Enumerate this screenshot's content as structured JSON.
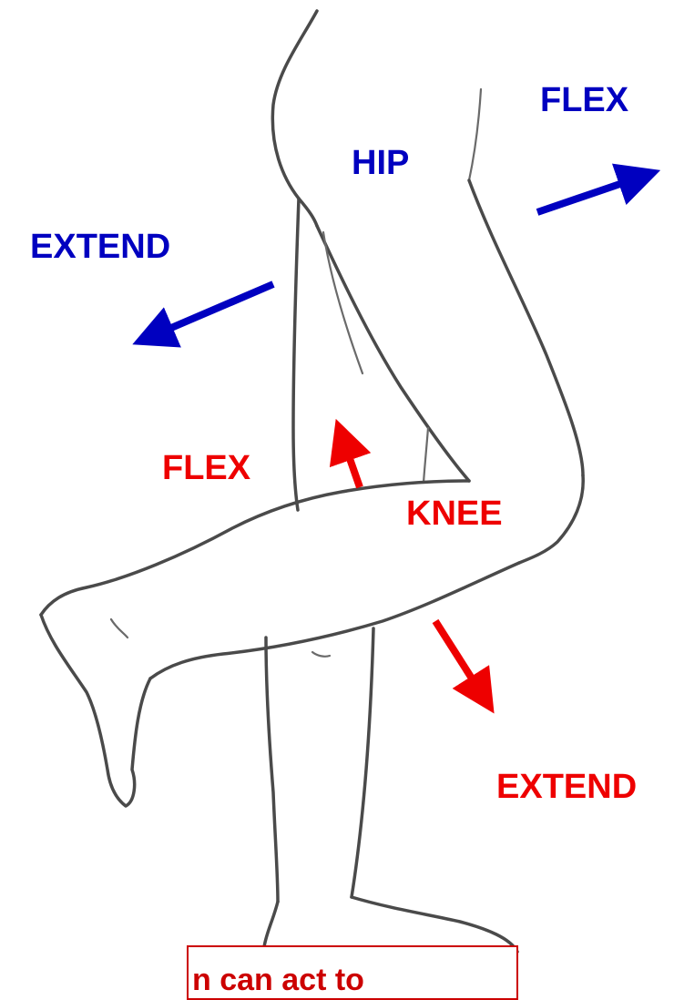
{
  "labels": {
    "hip": "HIP",
    "hip_flex": "FLEX",
    "hip_extend": "EXTEND",
    "knee": "KNEE",
    "knee_flex": "FLEX",
    "knee_extend": "EXTEND"
  },
  "caption": {
    "text": "n can act to"
  },
  "colors": {
    "hip_arrows": "#0000c0",
    "knee_arrows": "#ee0000",
    "caption_border": "#cc0000",
    "outline": "#4a4a4a"
  },
  "icons": {
    "hip_flex": "arrow-right-up-icon",
    "hip_extend": "arrow-left-down-icon",
    "knee_flex": "arrow-up-icon",
    "knee_extend": "arrow-down-right-icon"
  }
}
